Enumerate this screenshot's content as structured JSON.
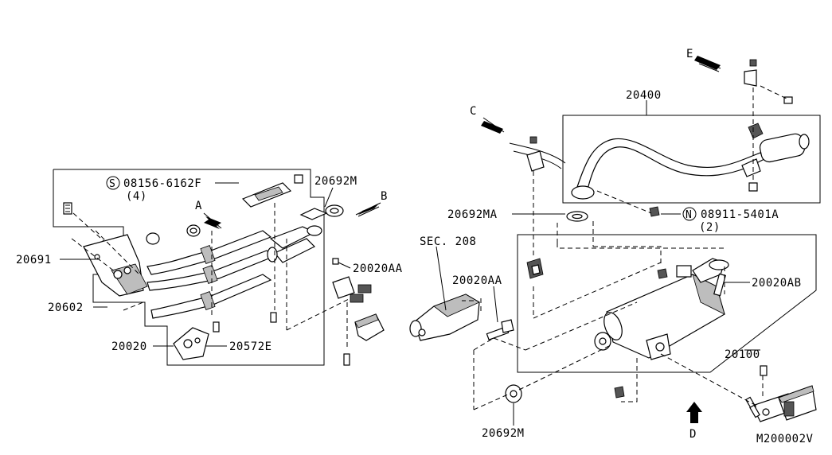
{
  "diagram": {
    "footer_code": "M200002V",
    "view_markers": {
      "A": "A",
      "B": "B",
      "C": "C",
      "D": "D",
      "E": "E"
    },
    "part_labels": {
      "p_08156": "08156-6162F",
      "p_08156_qty": "(4)",
      "p_08156_prefix": "S",
      "p_20692M_top": "20692M",
      "p_20691": "20691",
      "p_20020AA_left": "20020AA",
      "p_20602": "20602",
      "p_20020": "20020",
      "p_20572E": "20572E",
      "p_20400": "20400",
      "p_20692MA": "20692MA",
      "p_08911": "08911-5401A",
      "p_08911_qty": "(2)",
      "p_08911_prefix": "N",
      "p_sec208": "SEC. 208",
      "p_20020AA_right": "20020AA",
      "p_20020AB": "20020AB",
      "p_20100": "20100",
      "p_20692M_bottom": "20692M"
    }
  }
}
